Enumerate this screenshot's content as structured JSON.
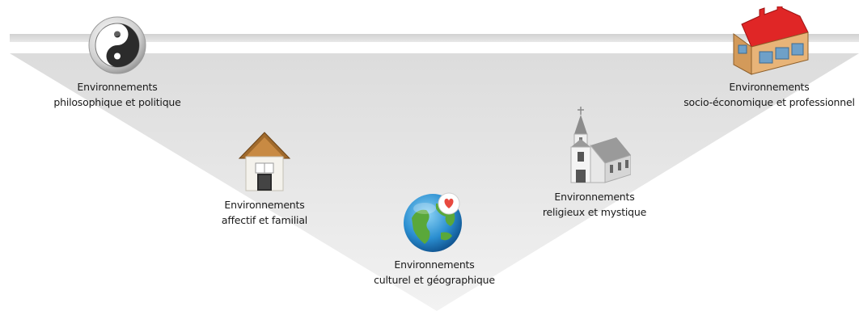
{
  "nodes": [
    {
      "id": "philo",
      "icon": "yin-yang-icon",
      "line1": "Environnements",
      "line2": "philosophique et politique"
    },
    {
      "id": "affectif",
      "icon": "house-icon",
      "line1": "Environnements",
      "line2": "affectif et familial"
    },
    {
      "id": "culturel",
      "icon": "globe-heart-icon",
      "line1": "Environnements",
      "line2": "culturel et géographique"
    },
    {
      "id": "religieux",
      "icon": "church-icon",
      "line1": "Environnements",
      "line2": "religieux et mystique"
    },
    {
      "id": "socio",
      "icon": "factory-icon",
      "line1": "Environnements",
      "line2": "socio-économique et professionnel"
    }
  ],
  "colors": {
    "triangle": "#e6e6e6",
    "bar": "#d9d9d9",
    "text": "#1a1a1a"
  }
}
